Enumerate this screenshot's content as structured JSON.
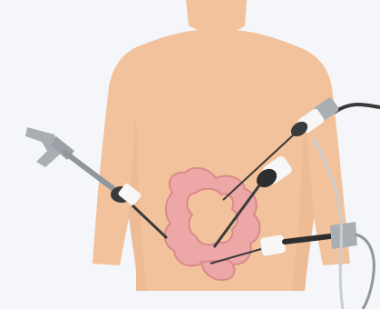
{
  "illustration": {
    "subject": "laparoscopic-colorectal-surgery",
    "colors": {
      "background": "#f4f6f9",
      "skin": "#f2c29c",
      "skin_shadow": "#e6ae86",
      "colon": "#eea7a7",
      "colon_outline": "#d88a8a",
      "trocar_dark": "#3a3a3a",
      "trocar_white": "#f7f7f7",
      "instrument_gray": "#a9aeb3",
      "cable": "#8f969c"
    },
    "icons": [
      "torso",
      "colon",
      "trocar-port-left",
      "trocar-port-upper-right",
      "trocar-port-mid-right",
      "trocar-port-lower-right",
      "grasper-handle",
      "camera-handle"
    ]
  }
}
